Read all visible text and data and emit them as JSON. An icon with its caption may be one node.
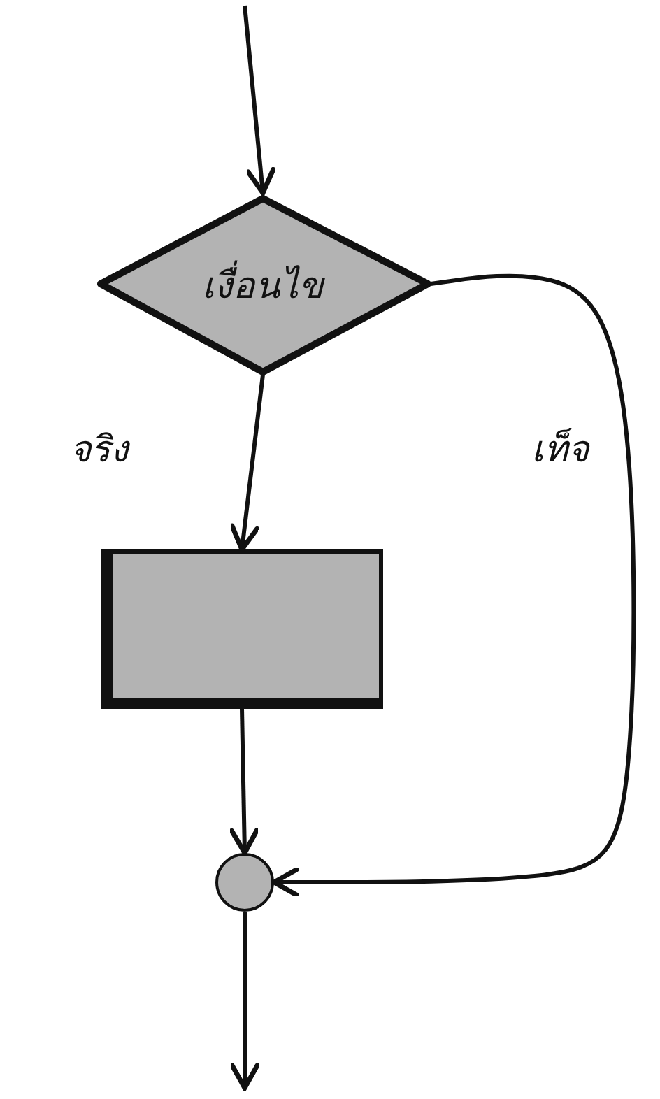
{
  "diagram": {
    "nodes": [
      {
        "text": [
          "เงื่อนไข"
        ]
      },
      {
        "text": [],
        "shape": "box"
      },
      {
        "text": [],
        "shape": "circle"
      }
    ],
    "edges": [
      {
        "from": null,
        "to": 0,
        "arrow": "to"
      },
      {
        "from": 0,
        "to": 1,
        "arrow": "to",
        "label": "จริง"
      },
      {
        "from": 1,
        "to": 2,
        "arrow": "to"
      },
      {
        "from": 0,
        "to": 2,
        "arrow": "to",
        "label": "เท็จ"
      },
      {
        "from": 2,
        "to": null,
        "arrow": "to"
      }
    ]
  }
}
